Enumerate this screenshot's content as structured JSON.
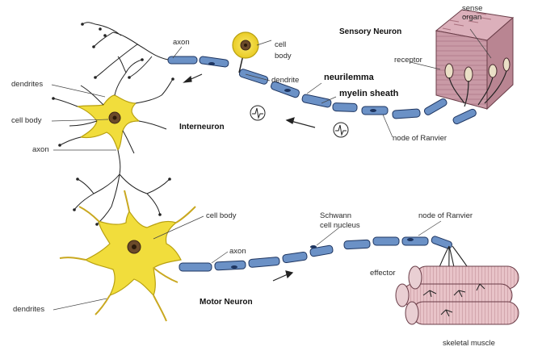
{
  "labels": {
    "sensory_neuron": "Sensory Neuron",
    "interneuron": "Interneuron",
    "motor_neuron": "Motor Neuron",
    "sense_organ_line1": "sense",
    "sense_organ_line2": "organ",
    "receptor": "receptor",
    "axon_top": "axon",
    "cell_top_line1": "cell",
    "cell_top_line2": "body",
    "dendrite": "dendrite",
    "neurilemma": "neurilemma",
    "myelin_sheath": "myelin sheath",
    "node_of_ranvier_top": "node of Ranvier",
    "dendrites_top": "dendrites",
    "cell_body_left": "cell body",
    "axon_left": "axon",
    "cell_body_motor": "cell body",
    "axon_motor": "axon",
    "schwann_line1": "Schwann",
    "schwann_line2": "cell nucleus",
    "node_of_ranvier_bottom": "node of Ranvier",
    "effector": "effector",
    "dendrites_bottom": "dendrites",
    "skeletal_muscle": "skeletal muscle"
  },
  "colors": {
    "cell_body": "#f1dd3c",
    "cell_body_outline": "#b8a010",
    "nucleus": "#6b4a2a",
    "myelin": "#5f86be",
    "myelin_dark": "#2e4f86",
    "skin_top": "#d6a9b4",
    "skin_side": "#b78492",
    "muscle": "#e7c2c6",
    "label_text": "#2a2a2a"
  }
}
